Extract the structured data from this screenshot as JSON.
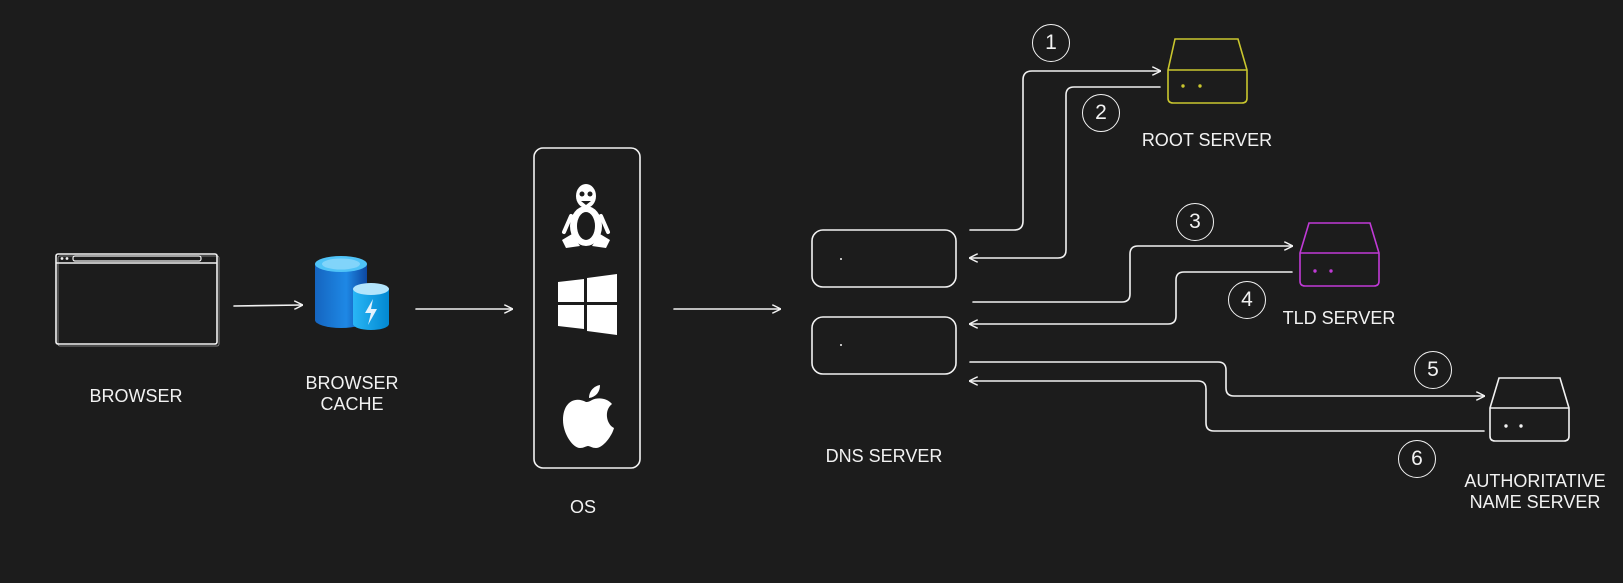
{
  "nodes": {
    "browser": {
      "label": "BROWSER"
    },
    "browser_cache": {
      "label_line1": "BROWSER",
      "label_line2": "CACHE"
    },
    "os": {
      "label": "OS",
      "icons": [
        "linux-icon",
        "windows-icon",
        "apple-icon"
      ]
    },
    "dns_server": {
      "label": "DNS SERVER"
    },
    "root_server": {
      "label": "ROOT SERVER",
      "color": "#c9c62e"
    },
    "tld_server": {
      "label": "TLD SERVER",
      "color": "#c03ad6"
    },
    "authoritative_server": {
      "label_line1": "AUTHORITATIVE",
      "label_line2": "NAME SERVER",
      "color": "#f2f2f2"
    }
  },
  "steps": [
    "1",
    "2",
    "3",
    "4",
    "5",
    "6"
  ],
  "colors": {
    "background": "#1c1c1c",
    "stroke": "#f2f2f2",
    "cache_blue": "#1e90d8"
  }
}
